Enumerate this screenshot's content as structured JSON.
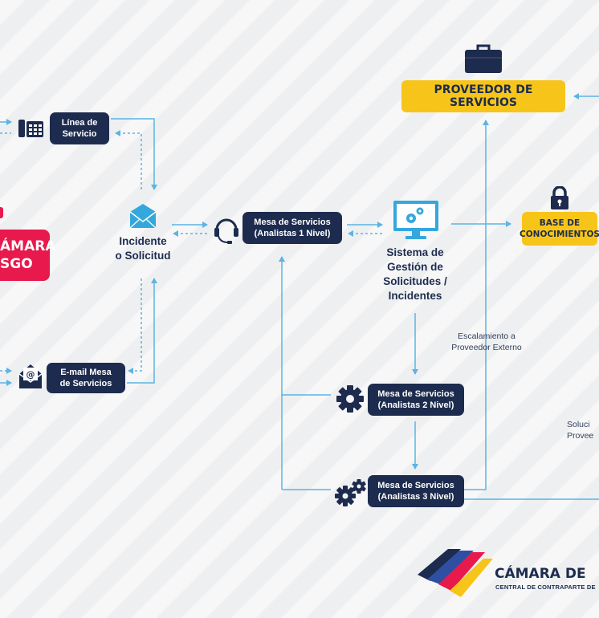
{
  "colors": {
    "navy": "#1d2c4e",
    "arrow": "#5cb4e3",
    "yellow": "#f7c51a",
    "red": "#e8194c"
  },
  "red_box": {
    "text": "ÁMARA\nSGO"
  },
  "nodes": {
    "linea": "Línea de\nServicio",
    "email": "E-mail Mesa\nde Servicios",
    "mesa1": "Mesa de Servicios\n(Analistas 1 Nivel)",
    "mesa2": "Mesa de Servicios\n(Analistas 2 Nivel)",
    "mesa3": "Mesa de Servicios\n(Analistas 3 Nivel)"
  },
  "labels": {
    "incidente": "Incidente\no Solicitud",
    "sistema": "Sistema de\nGestión de\nSolicitudes /\nIncidentes"
  },
  "yellow": {
    "proveedor": "PROVEEDOR DE SERVICIOS",
    "base": "BASE DE\nCONOCIMIENTOS"
  },
  "notes": {
    "escalamiento": "Escalamiento a\nProveedor Externo",
    "solucion": "Soluci\nProvee"
  },
  "logo": {
    "name": "CÁMARA DE",
    "subtitle": "CENTRAL DE CONTRAPARTE DE"
  },
  "icons": [
    "fax-icon",
    "email-at-icon",
    "envelope-icon",
    "headset-icon",
    "monitor-gears-icon",
    "gear-icon",
    "gears-icon",
    "briefcase-icon",
    "lock-icon",
    "logo-stripes"
  ]
}
